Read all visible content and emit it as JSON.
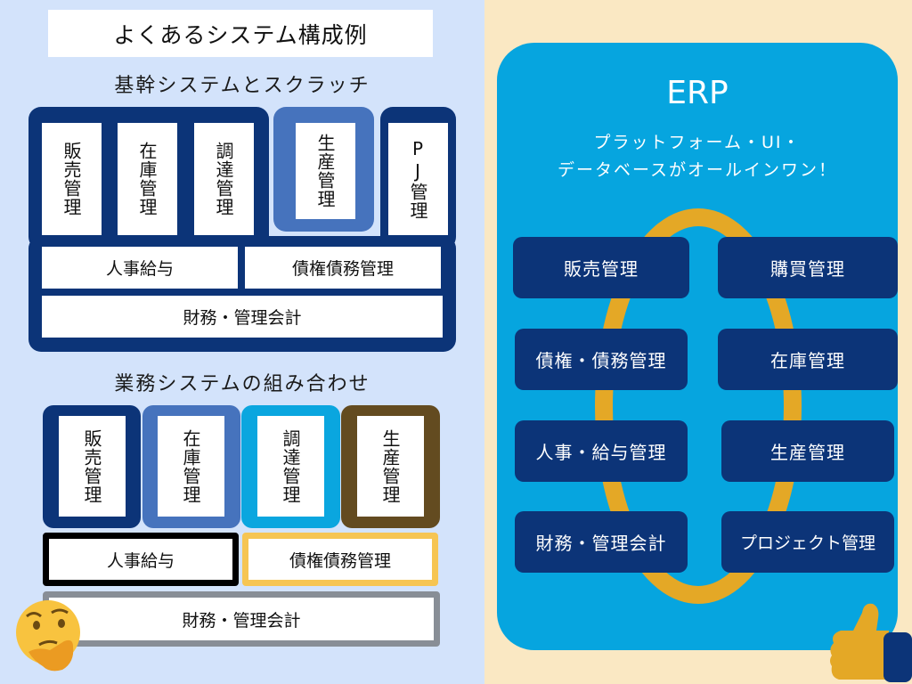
{
  "colors": {
    "left_bg": "#d3e3fb",
    "right_bg": "#fae8c3",
    "navy": "#0c3478",
    "mid_blue": "#4673bd",
    "cyan": "#0aa6df",
    "brown": "#634b20",
    "gold": "#e4a826",
    "gray": "#888e96",
    "black": "#000000"
  },
  "title": "よくあるシステム構成例",
  "core_section": {
    "heading": "基幹システムとスクラッチ",
    "modules": [
      {
        "label": "販売管理"
      },
      {
        "label": "在庫管理"
      },
      {
        "label": "調達管理"
      },
      {
        "label": "生産管理"
      },
      {
        "label": "PJ管理"
      }
    ],
    "hr_payroll": "人事給与",
    "receivables_payables": "債権債務管理",
    "finance": "財務・管理会計"
  },
  "combo_section": {
    "heading": "業務システムの組み合わせ",
    "modules": [
      {
        "label": "販売管理"
      },
      {
        "label": "在庫管理"
      },
      {
        "label": "調達管理"
      },
      {
        "label": "生産管理"
      }
    ],
    "hr_payroll": "人事給与",
    "receivables_payables": "債権債務管理",
    "finance": "財務・管理会計",
    "emoji_icon": "thinking-face-icon"
  },
  "erp": {
    "title": "ERP",
    "subtitle_line1": "プラットフォーム・UI・",
    "subtitle_line2": "データベースがオールインワン！",
    "modules_left": [
      "販売管理",
      "債権・債務管理",
      "人事・給与管理",
      "財務・管理会計"
    ],
    "modules_right": [
      "購買管理",
      "在庫管理",
      "生産管理",
      "プロジェクト管理"
    ],
    "emoji_icon": "thumbs-up-icon"
  }
}
